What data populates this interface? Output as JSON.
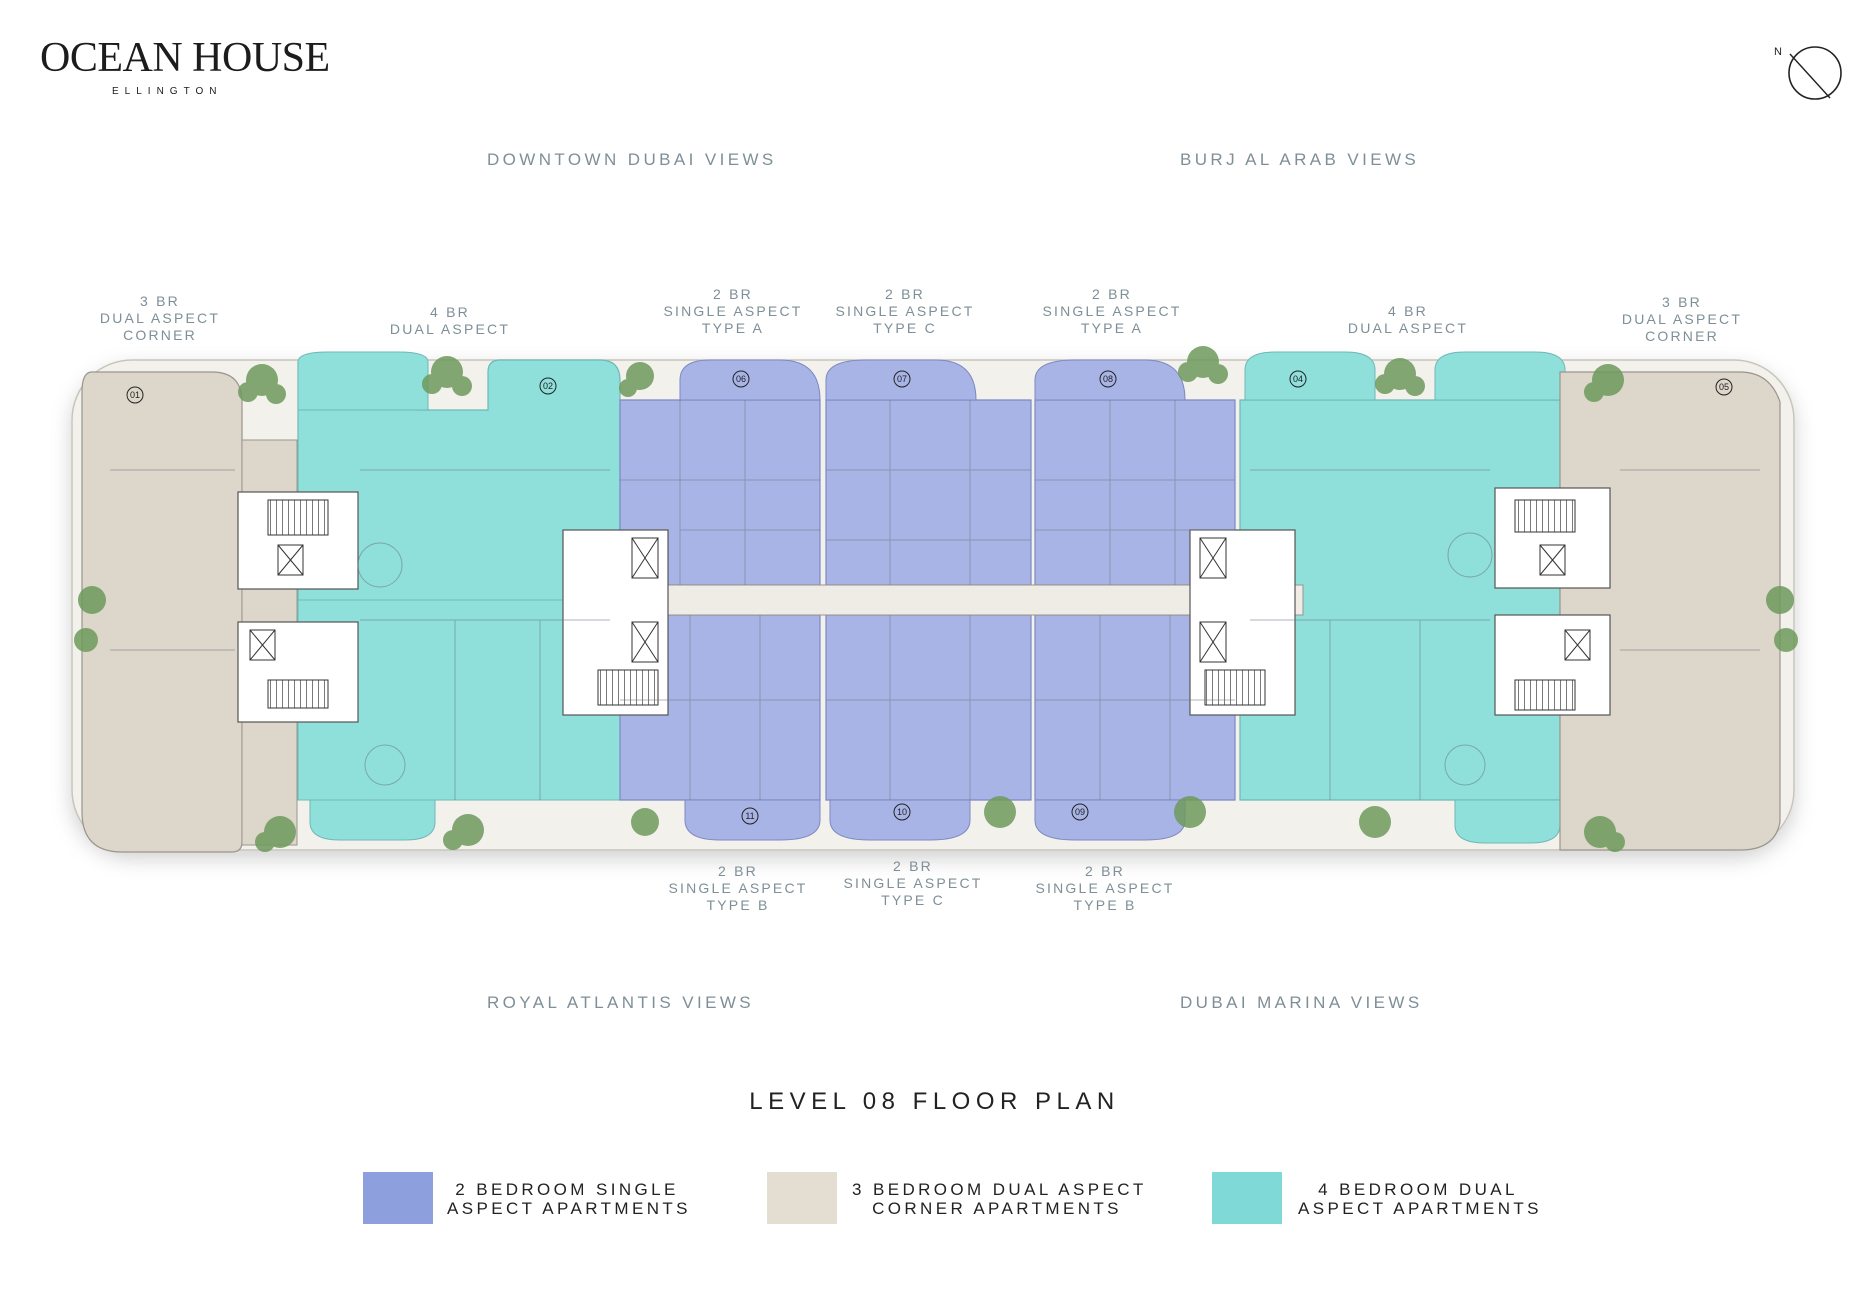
{
  "brand": {
    "name": "OCEAN HOUSE",
    "sub": "ELLINGTON"
  },
  "compass": {
    "label": "N",
    "icon": "north-arrow-icon"
  },
  "views": {
    "top_left": "DOWNTOWN DUBAI VIEWS",
    "top_right": "BURJ AL ARAB VIEWS",
    "bottom_left": "ROYAL ATLANTIS VIEWS",
    "bottom_right": "DUBAI MARINA VIEWS"
  },
  "unit_labels": {
    "u01": [
      "3 BR",
      "DUAL ASPECT",
      "CORNER"
    ],
    "u02": [
      "4 BR",
      "DUAL ASPECT"
    ],
    "u06": [
      "2 BR",
      "SINGLE ASPECT",
      "TYPE A"
    ],
    "u07": [
      "2 BR",
      "SINGLE ASPECT",
      "TYPE C"
    ],
    "u08": [
      "2 BR",
      "SINGLE ASPECT",
      "TYPE A"
    ],
    "u04": [
      "4 BR",
      "DUAL ASPECT"
    ],
    "u05": [
      "3 BR",
      "DUAL ASPECT",
      "CORNER"
    ],
    "u11": [
      "2 BR",
      "SINGLE ASPECT",
      "TYPE B"
    ],
    "u10": [
      "2 BR",
      "SINGLE ASPECT",
      "TYPE C"
    ],
    "u09": [
      "2 BR",
      "SINGLE ASPECT",
      "TYPE B"
    ]
  },
  "unit_numbers": [
    "01",
    "02",
    "06",
    "07",
    "08",
    "04",
    "05",
    "11",
    "10",
    "09"
  ],
  "title": "LEVEL 08 FLOOR PLAN",
  "legend": [
    {
      "lines": [
        "2 BEDROOM SINGLE",
        "ASPECT APARTMENTS"
      ],
      "color": "#8d9fdc"
    },
    {
      "lines": [
        "3 BEDROOM DUAL ASPECT",
        "CORNER APARTMENTS"
      ],
      "color": "#e3ddd2"
    },
    {
      "lines": [
        "4 BEDROOM DUAL",
        "ASPECT APARTMENTS"
      ],
      "color": "#7fd9d6"
    }
  ],
  "colors": {
    "two_bed": "#a9b4e6",
    "three_bed": "#ddd6cb",
    "four_bed": "#8fdfdb",
    "core": "#ffffff",
    "corridor": "#efece6",
    "line": "#7f8a8f",
    "planting": "#6e9a5c"
  }
}
